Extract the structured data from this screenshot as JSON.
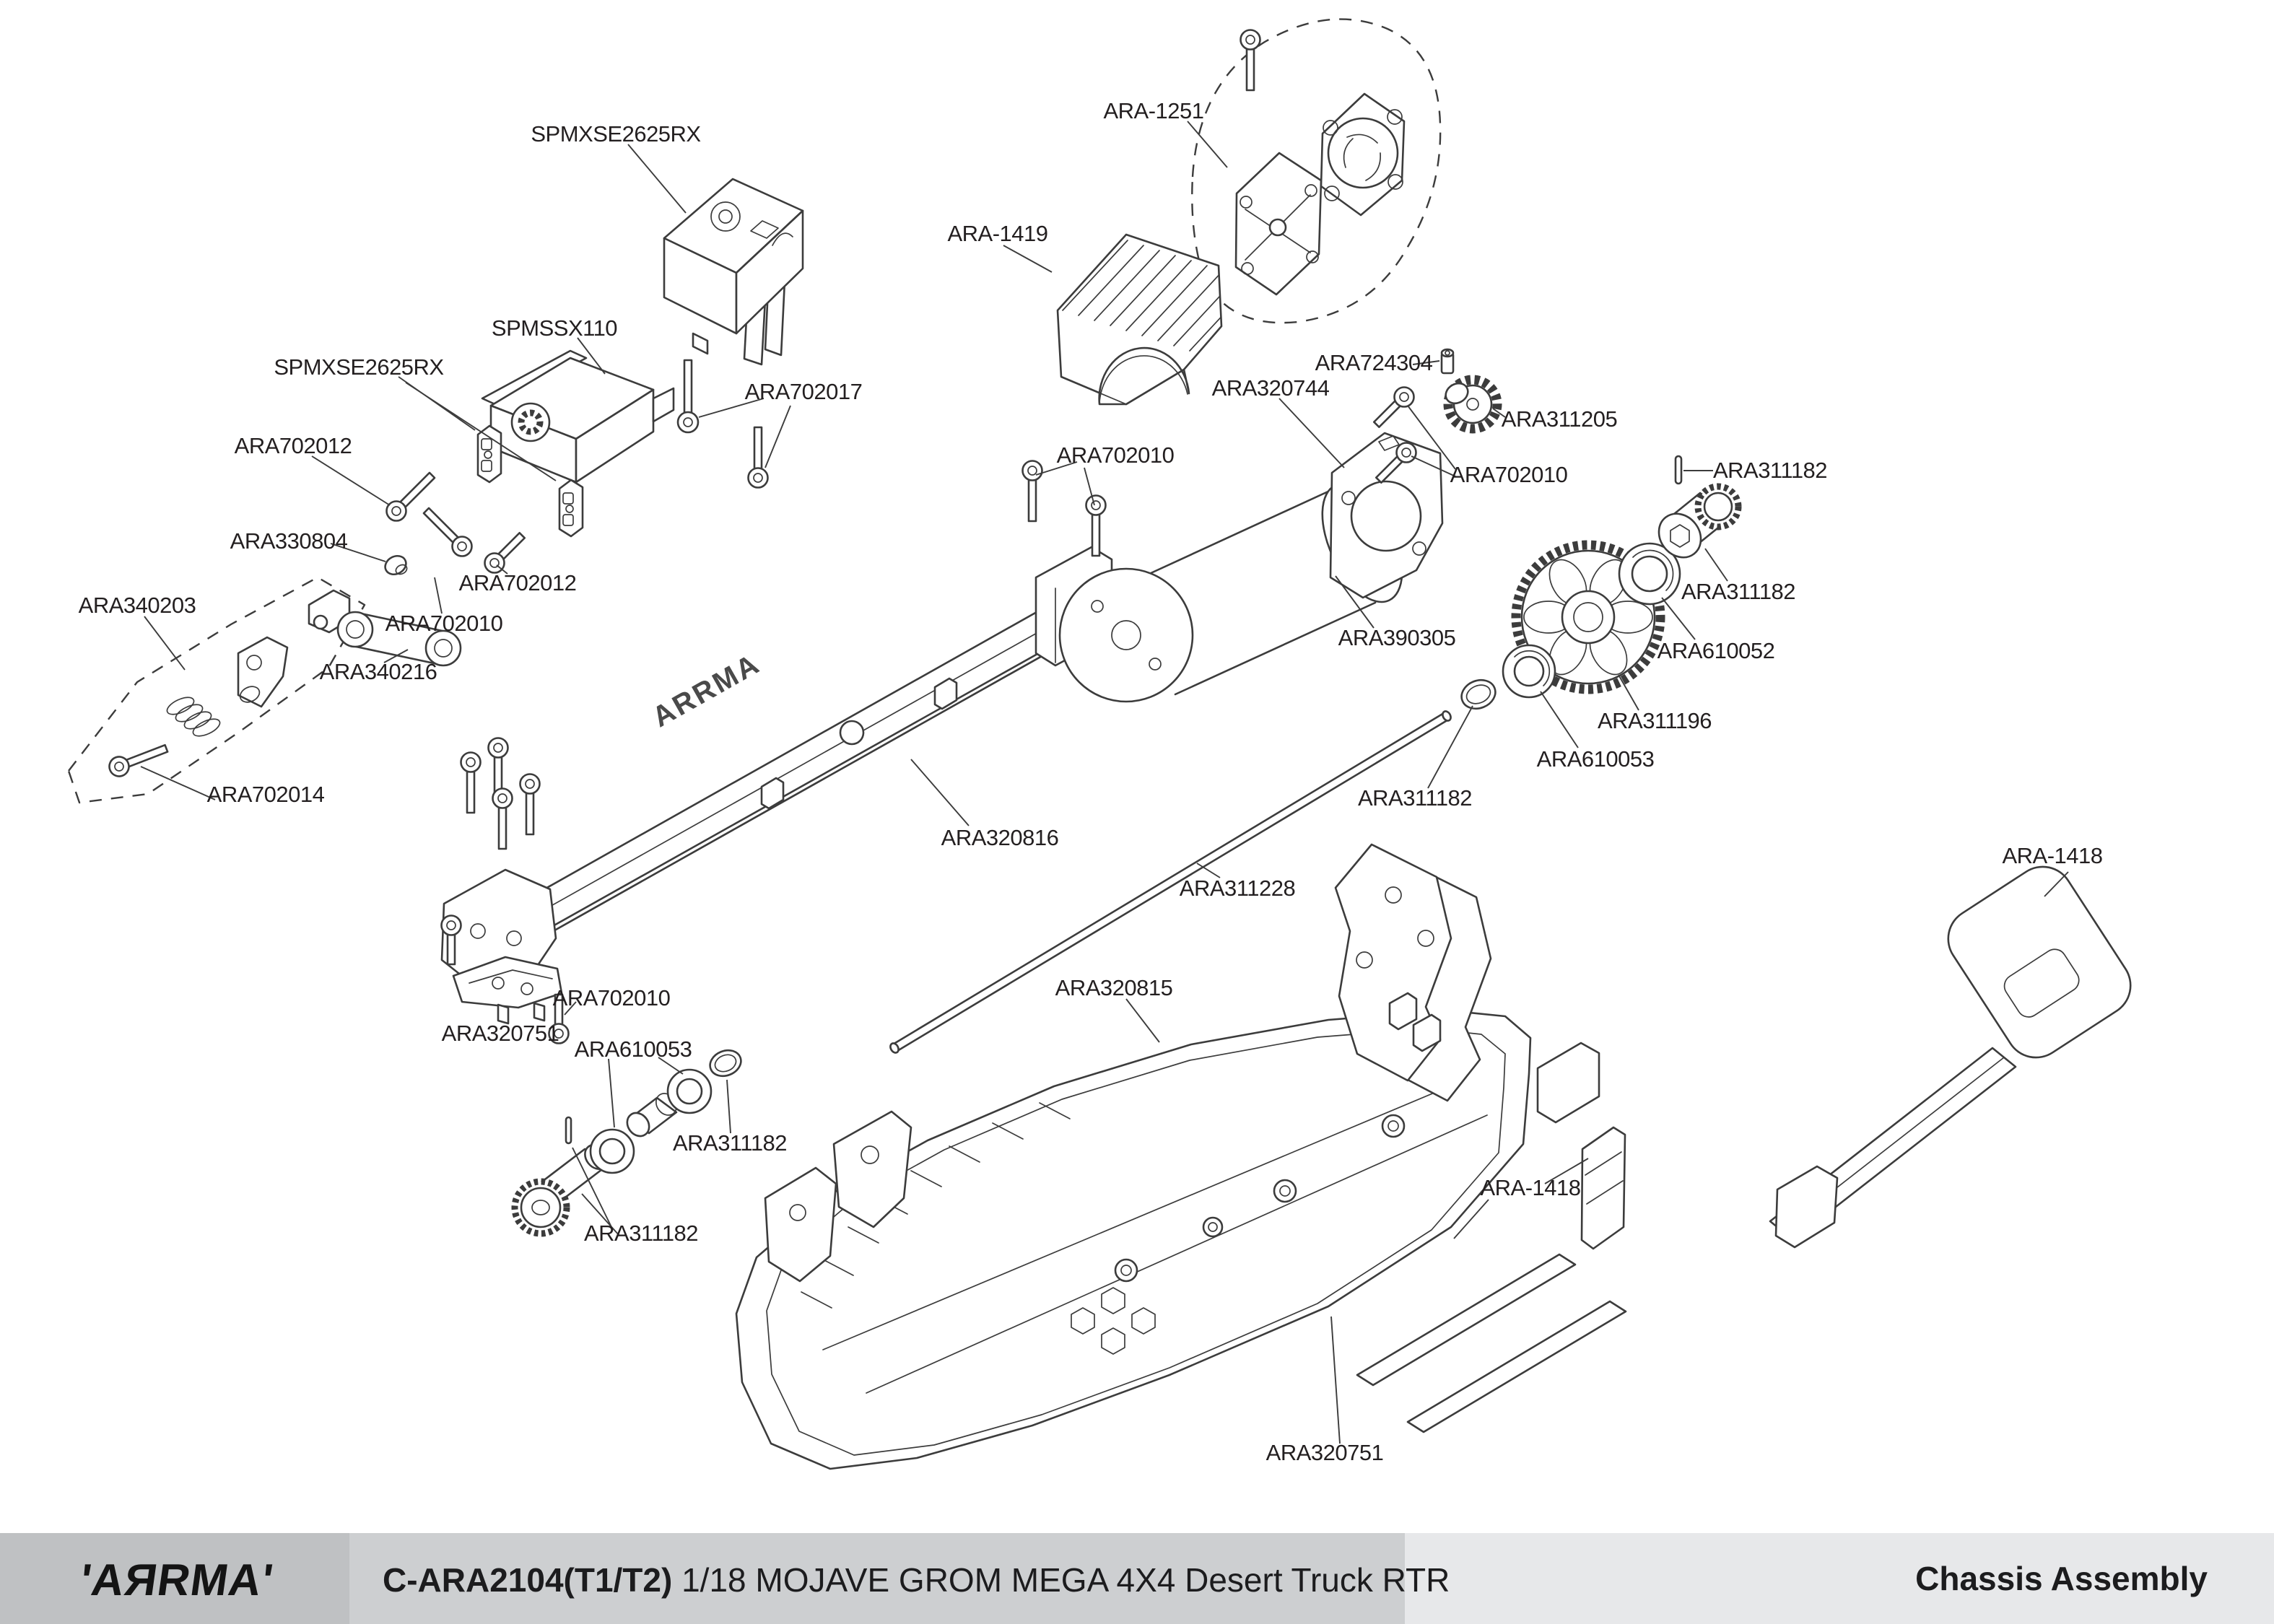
{
  "document": {
    "type": "exploded-parts-diagram",
    "brand": "ARRMA"
  },
  "footer": {
    "logo_text": "'AЯRMA'",
    "title_bold": "C-ARA2104(T1/T2)",
    "title_rest": " 1/18 MOJAVE GROM MEGA 4X4 Desert Truck RTR",
    "section_title": "Chassis Assembly"
  },
  "diagram": {
    "brace_logo": "ARRMA"
  },
  "colors": {
    "background": "#ffffff",
    "line_art": "#3c3c3c",
    "label_text": "#231f20",
    "footer_logo_box": "#bfc1c3",
    "footer_title_strip": "#cdcfd1",
    "footer_section_strip": "#e7e8ea"
  },
  "parts": [
    {
      "label": "SPMXSE2625RX",
      "part": "esc-receiver-unit"
    },
    {
      "label": "ARA-1251",
      "part": "motor-cooling-fan-set"
    },
    {
      "label": "ARA-1419",
      "part": "motor-heatsink"
    },
    {
      "label": "SPMSSX110",
      "part": "steering-servo"
    },
    {
      "label": "SPMXSE2625RX",
      "part": "esc-mount-blocks"
    },
    {
      "label": "ARA702012",
      "part": "cap-head-screw"
    },
    {
      "label": "ARA702017",
      "part": "long-cap-head-screw"
    },
    {
      "label": "ARA724304",
      "part": "spacer"
    },
    {
      "label": "ARA311205",
      "part": "pinion-gear"
    },
    {
      "label": "ARA320744",
      "part": "motor-mount-plate"
    },
    {
      "label": "ARA702010",
      "part": "motor-mount-screws"
    },
    {
      "label": "ARA311182",
      "part": "drive-pin"
    },
    {
      "label": "ARA330804",
      "part": "pivot-ball"
    },
    {
      "label": "ARA340203",
      "part": "servo-saver-set"
    },
    {
      "label": "ARA702012",
      "part": "cap-head-screw"
    },
    {
      "label": "ARA702010",
      "part": "brace-screws"
    },
    {
      "label": "ARA702010",
      "part": "steering-screw"
    },
    {
      "label": "ARA340216",
      "part": "steering-link"
    },
    {
      "label": "ARA390305",
      "part": "electric-motor"
    },
    {
      "label": "ARA311182",
      "part": "output-coupler"
    },
    {
      "label": "ARA610052",
      "part": "ball-bearing"
    },
    {
      "label": "ARA702014",
      "part": "button-head-screw"
    },
    {
      "label": "ARA311196",
      "part": "spur-gear"
    },
    {
      "label": "ARA610053",
      "part": "ball-bearing"
    },
    {
      "label": "ARA311182",
      "part": "shim-o-ring"
    },
    {
      "label": "ARA320816",
      "part": "upper-chassis-brace"
    },
    {
      "label": "ARA311228",
      "part": "center-driveshaft"
    },
    {
      "label": "ARA-1418",
      "part": "rear-bumper-assembly"
    },
    {
      "label": "ARA320815",
      "part": "chassis-tub"
    },
    {
      "label": "ARA702010",
      "part": "chassis-screw"
    },
    {
      "label": "ARA320751",
      "part": "front-chassis-brace"
    },
    {
      "label": "ARA610053",
      "part": "ball-bearing"
    },
    {
      "label": "ARA311182",
      "part": "shim-o-ring"
    },
    {
      "label": "ARA311182",
      "part": "bevel-output-shaft"
    },
    {
      "label": "ARA-1418",
      "part": "battery-foam-strips"
    },
    {
      "label": "ARA320751",
      "part": "chassis-side-guards"
    }
  ]
}
